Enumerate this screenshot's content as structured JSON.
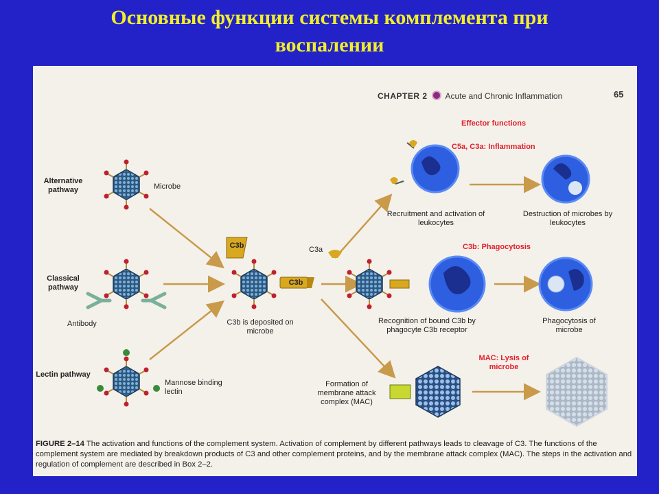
{
  "slide": {
    "title_line1": "Основные функции системы комплемента при",
    "title_line2": "воспалении"
  },
  "figure": {
    "chapter_label": "CHAPTER 2",
    "chapter_title": "Acute and Chronic Inflammation",
    "page_number": "65",
    "pathways": {
      "alternative": "Alternative pathway",
      "classical": "Classical pathway",
      "lectin": "Lectin pathway"
    },
    "labels": {
      "microbe": "Microbe",
      "antibody": "Antibody",
      "mannose_binding_lectin": "Mannose binding lectin",
      "c3b": "C3b",
      "c3a": "C3a",
      "c3b_deposited": "C3b is deposited on microbe"
    },
    "effector_functions_heading": "Effector functions",
    "effectors": {
      "inflammation_heading": "C5a, C3a: Inflammation",
      "recruitment": "Recruitment and activation of leukocytes",
      "destruction": "Destruction of microbes by leukocytes",
      "phagocytosis_heading": "C3b: Phagocytosis",
      "recognition": "Recognition of bound C3b by phagocyte C3b receptor",
      "phagocytosis_result": "Phagocytosis of microbe",
      "mac_heading": "MAC: Lysis of microbe",
      "mac_formation": "Formation of membrane attack complex (MAC)"
    },
    "caption": {
      "figure_number": "FIGURE 2–14",
      "text": "The activation and functions of the complement system. Activation of complement by different pathways leads to cleavage of C3. The functions of the complement system are mediated by breakdown products of C3 and other complement proteins, and by the membrane attack complex (MAC). The steps in the activation and regulation of complement are described in Box 2–2."
    },
    "colors": {
      "slide_background": "#2222c8",
      "title": "#f2ee2a",
      "heading_red": "#e0202c",
      "arrow": "#c89a4a",
      "leukocyte": "#2e5fe0",
      "c3b_fragment": "#d8a820"
    }
  }
}
